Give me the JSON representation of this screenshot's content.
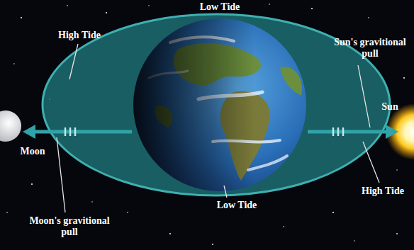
{
  "diagram": {
    "labels": [
      "Low Tide",
      "High Tide",
      "Sun's gravitional pull",
      "Sun",
      "Moon",
      "High Tide",
      "Moon's gravitional pull",
      "Low Tide"
    ]
  }
}
